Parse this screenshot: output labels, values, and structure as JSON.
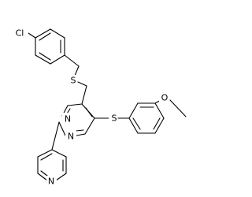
{
  "molecule": {
    "atoms": {
      "cl": "Cl",
      "s_benzyl": "S",
      "s_aryl": "S",
      "n_top": "N",
      "n_bottom": "N",
      "n_pyridine": "N",
      "o_methoxy": "O"
    },
    "colors": {
      "bond": "#000000",
      "label": "#000000",
      "background": "#ffffff"
    }
  }
}
